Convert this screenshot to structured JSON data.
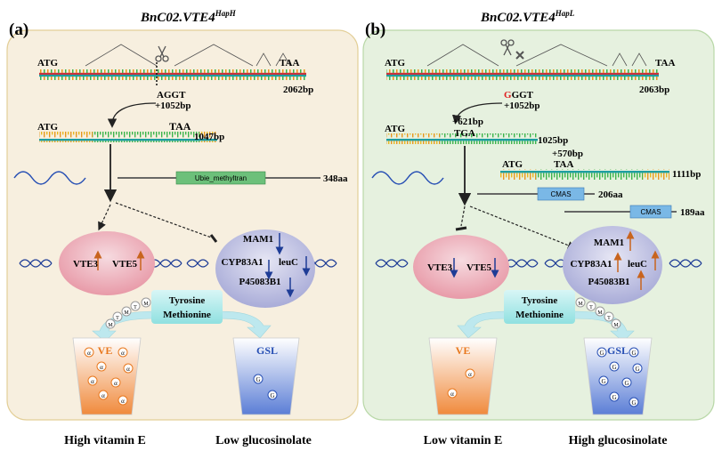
{
  "panel_a": {
    "label": "(a)",
    "title": "BnC02.VTE4",
    "title_sup": "HapH",
    "gene_start": "ATG",
    "gene_end": "TAA",
    "gene_len": "2062bp",
    "snp": "AGGT",
    "snp_highlight": "A",
    "snp_rest": "GGT",
    "insert": "+1052bp",
    "mrna_start": "ATG",
    "mrna_end": "TAA",
    "mrna_len": "1047bp",
    "domain": "Ubie_methyltran",
    "protein_len": "348aa",
    "vte3": "VTE3",
    "vte5": "VTE5",
    "mam1": "MAM1",
    "cyp": "CYP83A1",
    "leuc": "leuC",
    "p450": "P45083B1",
    "tyrosine": "Tyrosine",
    "methionine": "Methionine",
    "ve": "VE",
    "gsl": "GSL",
    "alpha": "α",
    "g": "G",
    "m": "M",
    "t": "T",
    "bottom_left": "High vitamin E",
    "bottom_right": "Low glucosinolate"
  },
  "panel_b": {
    "label": "(b)",
    "title": "BnC02.VTE4",
    "title_sup": "HapL",
    "gene_start": "ATG",
    "gene_end": "TAA",
    "gene_len": "2063bp",
    "snp_highlight": "G",
    "snp_rest": "GGT",
    "insert": "+1052bp",
    "mrna1_insert": "+621bp",
    "mrna1_start": "ATG",
    "mrna1_stop": "TGA",
    "mrna1_len": "1025bp",
    "mrna2_insert": "+570bp",
    "mrna2_start": "ATG",
    "mrna2_stop": "TAA",
    "mrna2_len": "1111bp",
    "domain": "CMAS",
    "protein1_len": "206aa",
    "protein2_len": "189aa",
    "vte3": "VTE3",
    "vte5": "VTE5",
    "mam1": "MAM1",
    "cyp": "CYP83A1",
    "leuc": "leuC",
    "p450": "P45083B1",
    "tyrosine": "Tyrosine",
    "methionine": "Methionine",
    "ve": "VE",
    "gsl": "GSL",
    "alpha": "α",
    "g": "G",
    "m": "M",
    "t": "T",
    "bottom_left": "Low vitamin E",
    "bottom_right": "High glucosinolate"
  },
  "colors": {
    "panel_a_bg": "#f7efdf",
    "panel_b_bg": "#e6f1df",
    "strand_teal": "#1e9ea0",
    "strand_orange": "#e8961e",
    "strand_green": "#3cb44b",
    "strand_red": "#c8323c",
    "arrow_up": "#c8641e",
    "arrow_down": "#1e3c96",
    "snp_red": "#e02020"
  }
}
